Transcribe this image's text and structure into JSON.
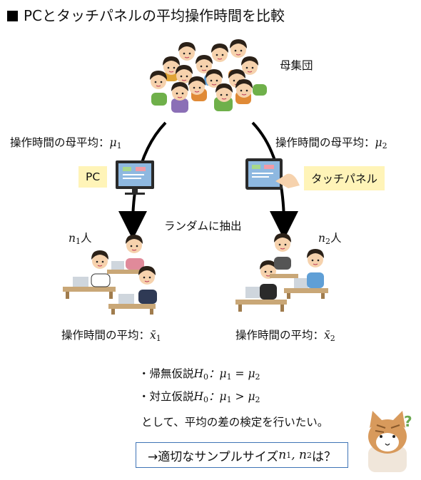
{
  "title": "PCとタッチパネルの平均操作時間を比較",
  "population_label": "母集団",
  "left_mean_label": "操作時間の母平均：",
  "left_mean_symbol": "μ",
  "left_mean_index": "1",
  "right_mean_label": "操作時間の母平均：",
  "right_mean_symbol": "μ",
  "right_mean_index": "2",
  "pc_tag": "PC",
  "touch_tag": "タッチパネル",
  "sampling_label": "ランダムに抽出",
  "n1_symbol": "n",
  "n1_index": "1",
  "n1_suffix": "人",
  "n2_symbol": "n",
  "n2_index": "2",
  "n2_suffix": "人",
  "left_sample_label": "操作時間の平均：",
  "left_sample_symbol": "x̄",
  "left_sample_index": "1",
  "right_sample_label": "操作時間の平均：",
  "right_sample_symbol": "x̄",
  "right_sample_index": "2",
  "hyp_null_prefix": "・帰無仮説",
  "hyp_null_H": "H",
  "hyp_null_H_index": "0",
  "hyp_null_expr_a": "：μ",
  "hyp_null_expr_a_index": "1",
  "hyp_null_op": " = μ",
  "hyp_null_expr_b_index": "2",
  "hyp_alt_prefix": "・対立仮説",
  "hyp_alt_H": "H",
  "hyp_alt_H_index": "0",
  "hyp_alt_expr_a": "：μ",
  "hyp_alt_expr_a_index": "1",
  "hyp_alt_op": " > μ",
  "hyp_alt_expr_b_index": "2",
  "conclusion": "として、平均の差の検定を行いたい。",
  "question_prefix": "→適切なサンプルサイズ",
  "question_n": "n",
  "question_n1_index": "1",
  "question_sep": ", n",
  "question_n2_index": "2",
  "question_suffix": "は？",
  "cat_mark": "?",
  "colors": {
    "frame_blue": "#3f74b6",
    "tag_yellow": "#fff4b8",
    "screen_blue": "#8eb8e0",
    "desk_brown": "#c9a777",
    "cat_orange": "#d89a5c",
    "mark_green": "#6aa84f"
  }
}
